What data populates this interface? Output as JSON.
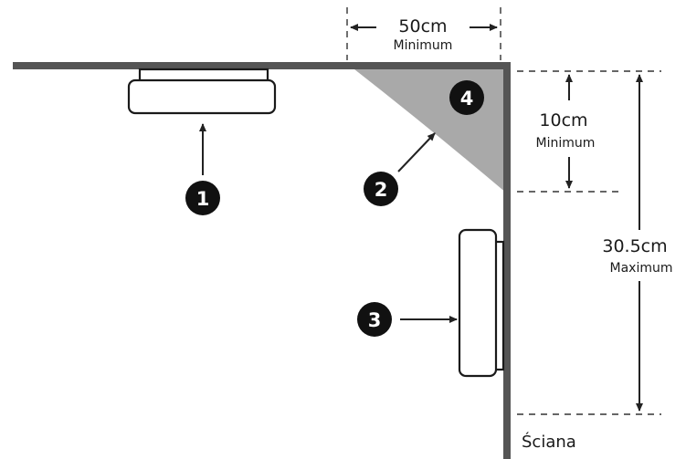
{
  "dimensions": {
    "top": {
      "value": "50cm",
      "qualifier": "Minimum"
    },
    "side_short": {
      "value": "10cm",
      "qualifier": "Minimum"
    },
    "side_long": {
      "value": "30.5cm",
      "qualifier": "Maximum"
    }
  },
  "markers": [
    "1",
    "2",
    "3",
    "4"
  ],
  "wall_label": "Ściana",
  "colors": {
    "wall": "#555555",
    "dead_zone": "#aaaaaa",
    "badge": "#111111",
    "line": "#222222"
  }
}
